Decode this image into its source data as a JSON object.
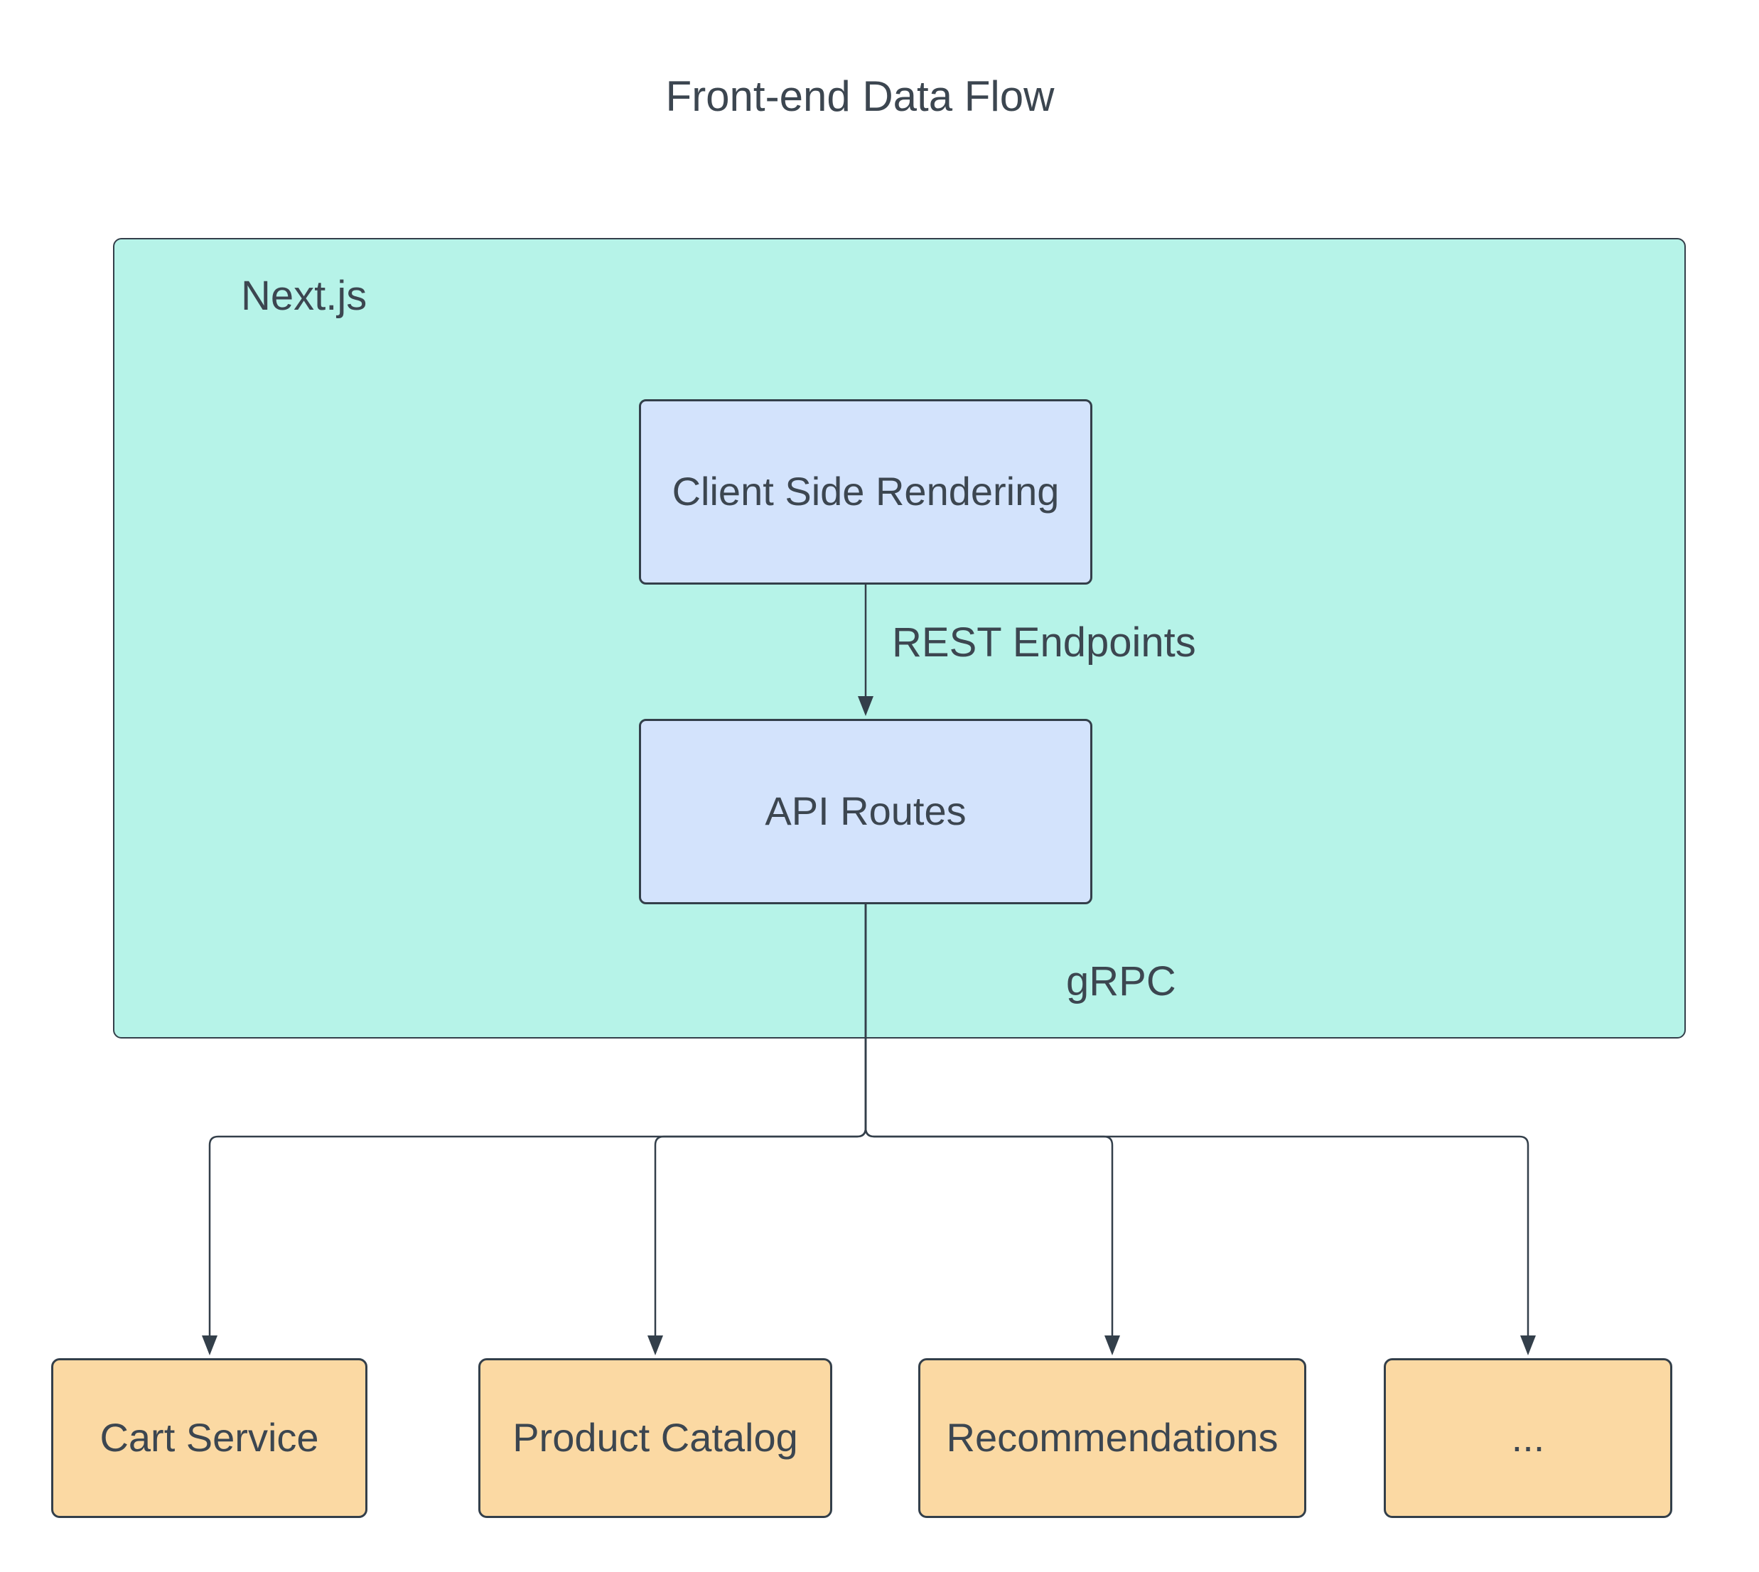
{
  "diagram": {
    "title": "Front-end Data Flow",
    "container": {
      "label": "Next.js"
    },
    "nodes": {
      "csr": {
        "label": "Client Side Rendering"
      },
      "api": {
        "label": "API Routes"
      }
    },
    "edges": {
      "rest": {
        "label": "REST Endpoints"
      },
      "grpc": {
        "label": "gRPC"
      }
    },
    "services": [
      {
        "label": "Cart Service"
      },
      {
        "label": "Product Catalog"
      },
      {
        "label": "Recommendations"
      },
      {
        "label": "..."
      }
    ],
    "colors": {
      "container_fill": "#b6f3e8",
      "node_fill": "#d3e3fc",
      "service_fill": "#fbd9a3",
      "stroke": "#333f4a",
      "text": "#3c4650"
    }
  }
}
